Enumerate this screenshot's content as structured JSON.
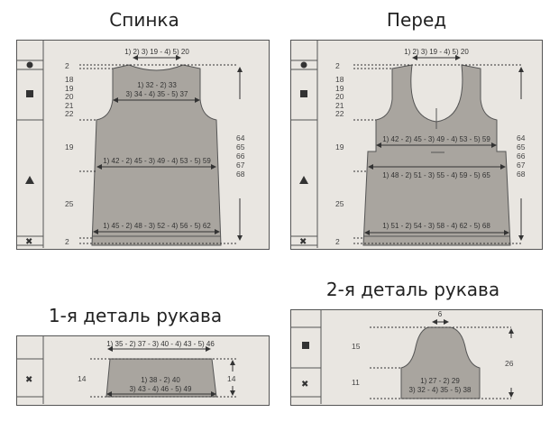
{
  "titles": {
    "back": "Спинка",
    "front": "Перед",
    "sleeve1": "1-я деталь рукава",
    "sleeve2": "2-я деталь рукава"
  },
  "back": {
    "neck": "1) 2) 3) 19 - 4) 5) 20",
    "shoulder_w1": "1) 32 - 2) 33",
    "shoulder_w2": "3) 34 - 4) 35 - 5) 37",
    "chest": "1) 42 - 2) 45 - 3) 49 - 4) 53 - 5) 59",
    "hem": "1) 45 - 2) 48 - 3) 52 - 4) 56 - 5) 62",
    "left": [
      "2",
      "18",
      "19",
      "20",
      "21",
      "22",
      "19",
      "25",
      "2"
    ],
    "right": [
      "64",
      "65",
      "66",
      "67",
      "68"
    ]
  },
  "front": {
    "neck": "1) 2) 3) 19 - 4) 5) 20",
    "chest": "1) 42 - 2) 45 - 3) 49 - 4) 53 - 5) 59",
    "waist": "1) 48 - 2) 51 - 3) 55 - 4) 59 - 5) 65",
    "hem": "1) 51 - 2) 54 - 3) 58 - 4) 62 - 5) 68",
    "left": [
      "2",
      "18",
      "19",
      "20",
      "21",
      "22",
      "19",
      "25",
      "2"
    ],
    "right": [
      "64",
      "65",
      "66",
      "67",
      "68"
    ]
  },
  "sleeve1": {
    "top": "1) 35 - 2) 37 - 3) 40 - 4) 43 - 5) 46",
    "bottom1": "1) 38 - 2) 40",
    "bottom2": "3) 43 - 4) 46 - 5) 49",
    "left": "14",
    "right": "14"
  },
  "sleeve2": {
    "cap": "6",
    "cap_h": "15",
    "body_h": "11",
    "total": "26",
    "bottom1": "1) 27 - 2) 29",
    "bottom2": "3) 32 - 4) 35 - 5) 38"
  },
  "colors": {
    "piece": "#a9a59f",
    "paper": "#e9e6e1"
  }
}
